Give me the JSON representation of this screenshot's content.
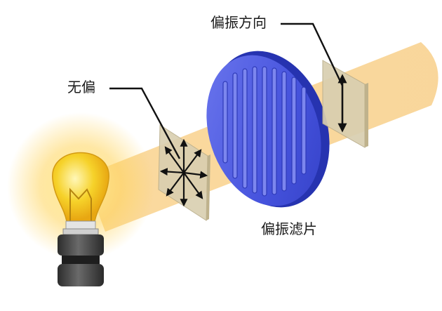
{
  "labels": {
    "unpolarized": "无偏",
    "polarization_direction": "偏振方向",
    "polarizing_filter": "偏振滤片"
  },
  "colors": {
    "beam": "#f7c97a",
    "bulb_glass": "#f6d22a",
    "bulb_glow": "#ffe27a",
    "bulb_base": "#3f3f3f",
    "filter_face": "#4a57e0",
    "filter_rim": "#2f3dbf",
    "plate": "#d9cfb0",
    "arrow": "#111111"
  },
  "icons": {
    "light_source": "light-bulb-icon",
    "filter": "polarizing-filter-disc"
  }
}
